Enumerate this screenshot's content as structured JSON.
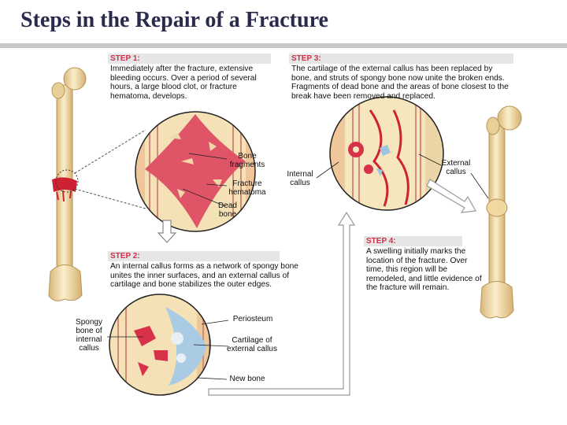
{
  "title": "Steps in the Repair of a Fracture",
  "step1": {
    "heading": "STEP 1:",
    "text": "Immediately after the fracture, extensive bleeding occurs. Over a period of several hours, a large blood clot, or fracture hematoma, develops."
  },
  "step2": {
    "heading": "STEP 2:",
    "text": "An internal callus forms as a network of spongy bone unites the inner surfaces, and an external callus of cartilage and bone stabilizes the outer edges."
  },
  "step3": {
    "heading": "STEP 3:",
    "text": "The cartilage of the external callus has been replaced by bone, and struts of spongy bone now unite the broken ends. Fragments of dead bone and the areas of bone closest to the break have been removed and replaced."
  },
  "step4": {
    "heading": "STEP 4:",
    "text": "A swelling initially marks the location of the fracture. Over time, this region will be remodeled, and little evidence of the fracture will remain."
  },
  "labels": {
    "bone_fragments": "Bone fragments",
    "fracture_hematoma": "Fracture hematoma",
    "dead_bone": "Dead bone",
    "internal_callus": "Internal callus",
    "external_callus": "External callus",
    "spongy_bone": "Spongy bone of internal callus",
    "periosteum": "Periosteum",
    "cartilage": "Cartilage of external callus",
    "new_bone": "New bone"
  },
  "colors": {
    "title": "#2a2a4a",
    "step_heading": "#d0304a",
    "bone": "#f2dfb0",
    "blood": "#d8324a",
    "cartilage": "#9fc4e0"
  }
}
